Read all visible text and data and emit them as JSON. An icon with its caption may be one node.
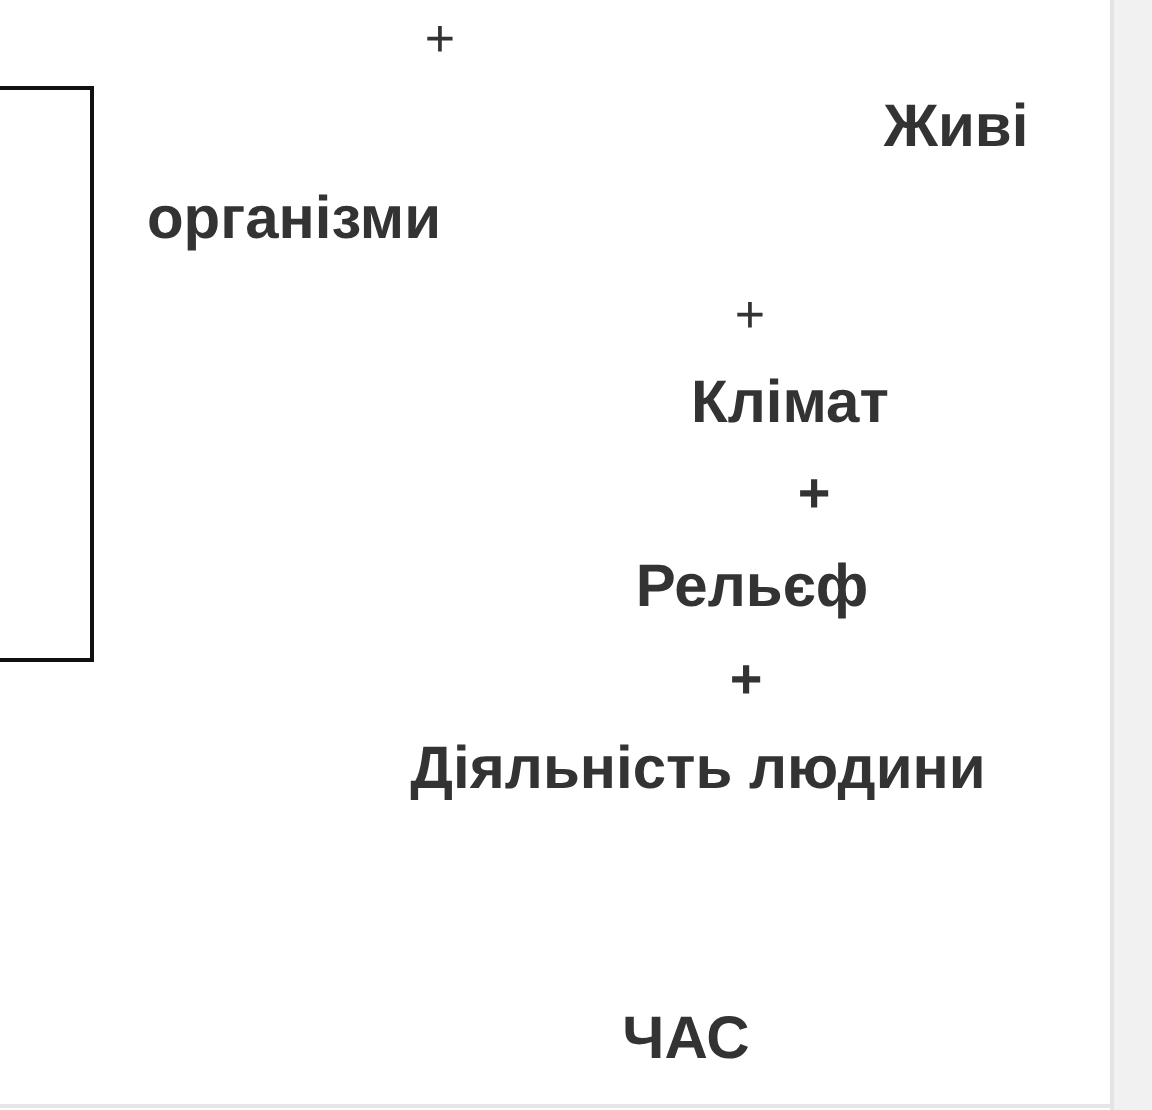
{
  "diagram": {
    "nodes": [
      {
        "text": [],
        "shape": "box"
      },
      {
        "text": [],
        "shape": "bar"
      }
    ],
    "labels": [
      "+",
      "Живі",
      "організми",
      "+",
      "Клімат",
      "+",
      "Рельєф",
      "+",
      "Діяльність людини",
      "ЧАС"
    ]
  }
}
